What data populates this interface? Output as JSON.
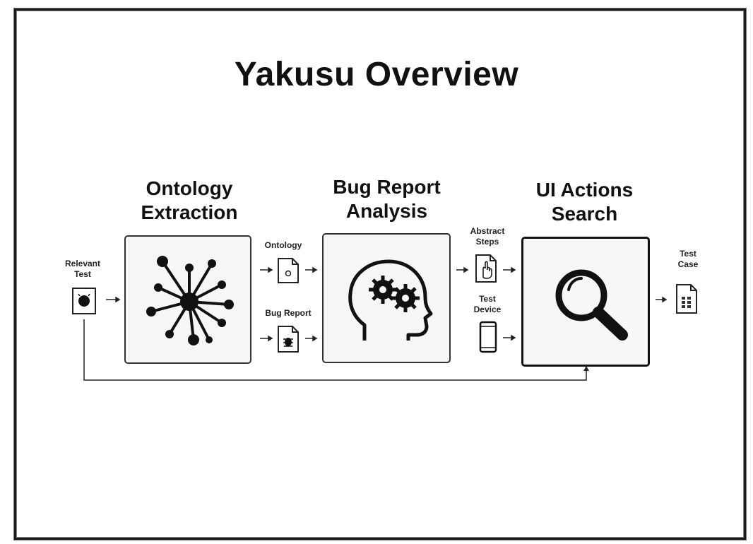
{
  "title": "Yakusu Overview",
  "stages": {
    "ontology": "Ontology\nExtraction",
    "bug_report": "Bug Report\nAnalysis",
    "ui_actions": "UI Actions\nSearch"
  },
  "labels": {
    "relevant_test": "Relevant\nTest",
    "ontology": "Ontology",
    "bug_report": "Bug Report",
    "abstract_steps": "Abstract\nSteps",
    "test_device": "Test\nDevice",
    "test_case": "Test\nCase"
  },
  "icons": {
    "relevant_test": "android-file-icon",
    "ontology": "ontology-document-icon",
    "bug_report": "bug-document-icon",
    "abstract_steps": "hand-pointer-document-icon",
    "test_device": "smartphone-icon",
    "test_case": "spreadsheet-document-icon",
    "ontology_stage": "network-graph-icon",
    "bug_stage": "head-gears-icon",
    "search_stage": "magnifier-icon"
  },
  "colors": {
    "ink": "#111111",
    "box_fill": "#f6f6f6"
  }
}
